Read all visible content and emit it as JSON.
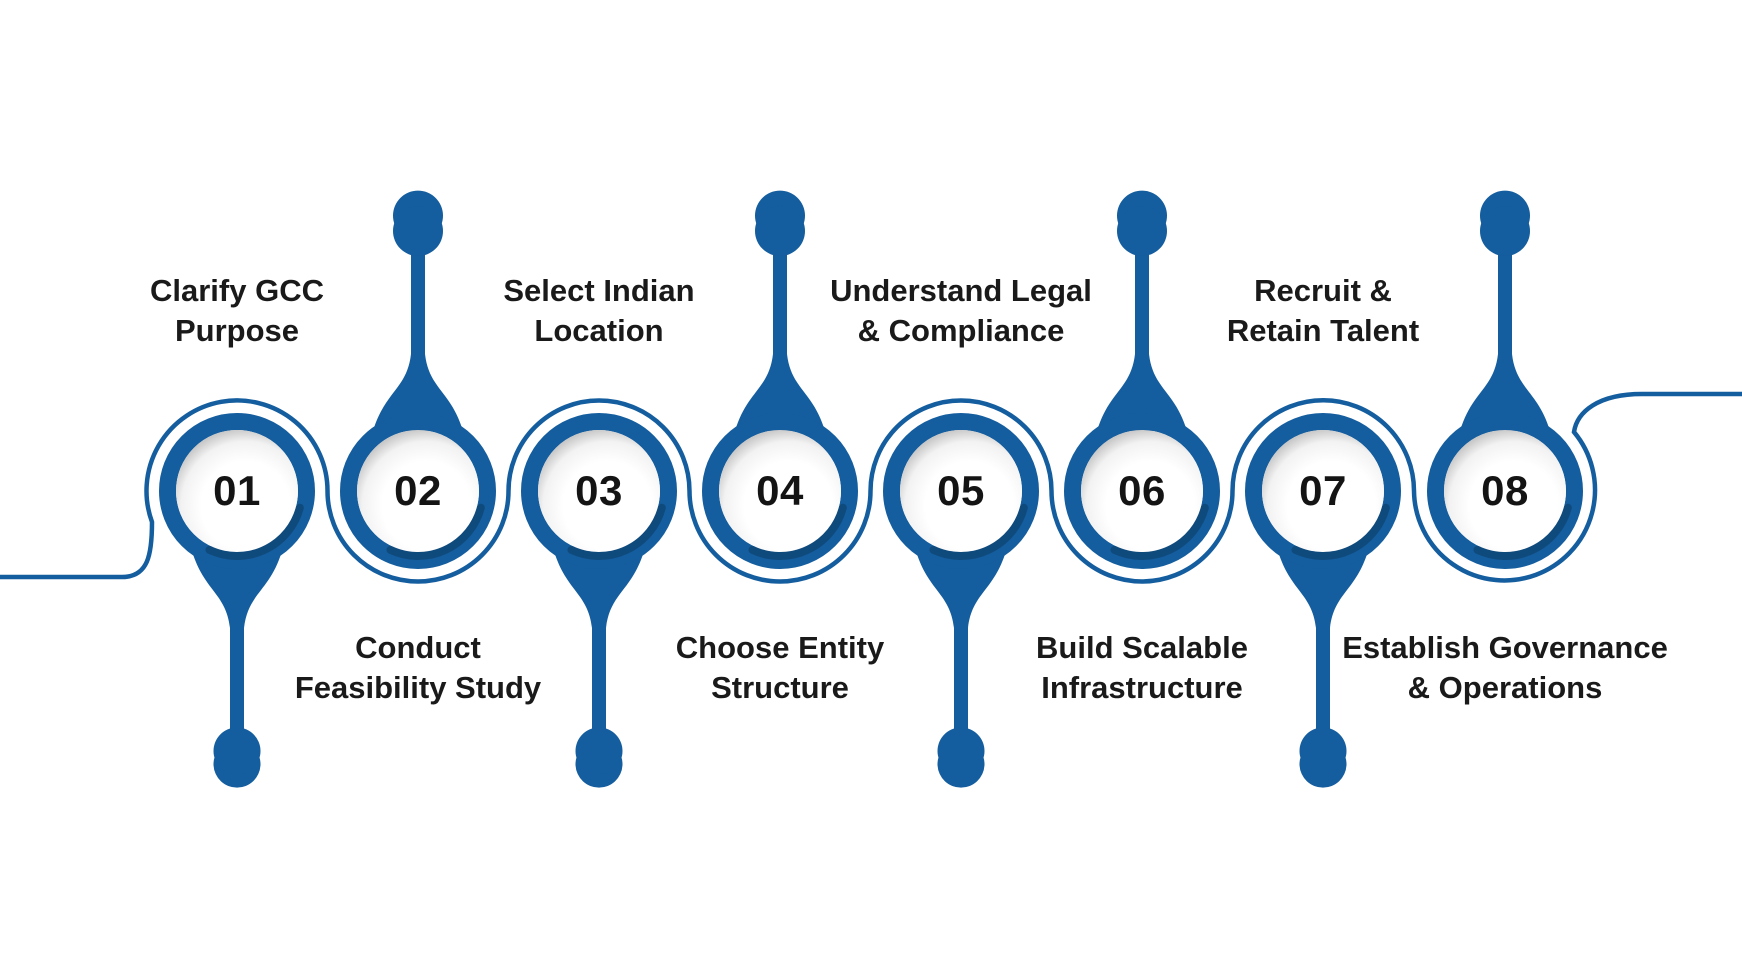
{
  "title": "GCC setup process steps",
  "colors": {
    "accent_blue": "#145D9E",
    "text_dark": "#1a1a1a",
    "inner_shadow_gray": "#bcbcbc",
    "background": "#ffffff"
  },
  "steps": [
    {
      "number": "01",
      "label": "Clarify GCC\nPurpose",
      "label_position": "above"
    },
    {
      "number": "02",
      "label": "Conduct\nFeasibility Study",
      "label_position": "below"
    },
    {
      "number": "03",
      "label": "Select Indian\nLocation",
      "label_position": "above"
    },
    {
      "number": "04",
      "label": "Choose Entity\nStructure",
      "label_position": "below"
    },
    {
      "number": "05",
      "label": "Understand Legal\n& Compliance",
      "label_position": "above"
    },
    {
      "number": "06",
      "label": "Build Scalable\nInfrastructure",
      "label_position": "below"
    },
    {
      "number": "07",
      "label": "Recruit &\nRetain Talent",
      "label_position": "above"
    },
    {
      "number": "08",
      "label": "Establish Governance\n& Operations",
      "label_position": "below"
    }
  ]
}
